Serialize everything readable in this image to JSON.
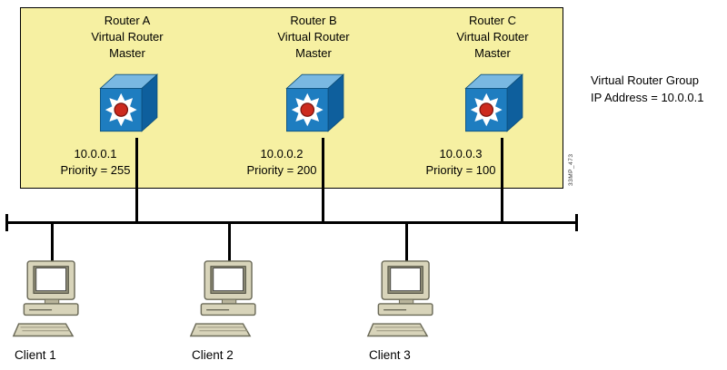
{
  "routers": [
    {
      "name": "Router A",
      "role_line1": "Virtual Router",
      "role_line2": "Master",
      "ip": "10.0.0.1",
      "priority": "Priority = 255"
    },
    {
      "name": "Router B",
      "role_line1": "Virtual Router",
      "role_line2": "Master",
      "ip": "10.0.0.2",
      "priority": "Priority = 200"
    },
    {
      "name": "Router C",
      "role_line1": "Virtual Router",
      "role_line2": "Master",
      "ip": "10.0.0.3",
      "priority": "Priority = 100"
    }
  ],
  "side_note": {
    "line1": "Virtual Router Group",
    "line2": "IP Address = 10.0.0.1"
  },
  "watermark": "33MP_473",
  "clients": [
    {
      "label": "Client 1"
    },
    {
      "label": "Client 2"
    },
    {
      "label": "Client 3"
    }
  ],
  "colors": {
    "group_box_fill": "#f6f0a2",
    "router_front": "#1e7dc0",
    "router_top": "#79b8e2",
    "router_side": "#0e5f9d",
    "hub_red": "#cc2a1e",
    "line_black": "#000000",
    "pc_body": "#d8d4ba"
  }
}
